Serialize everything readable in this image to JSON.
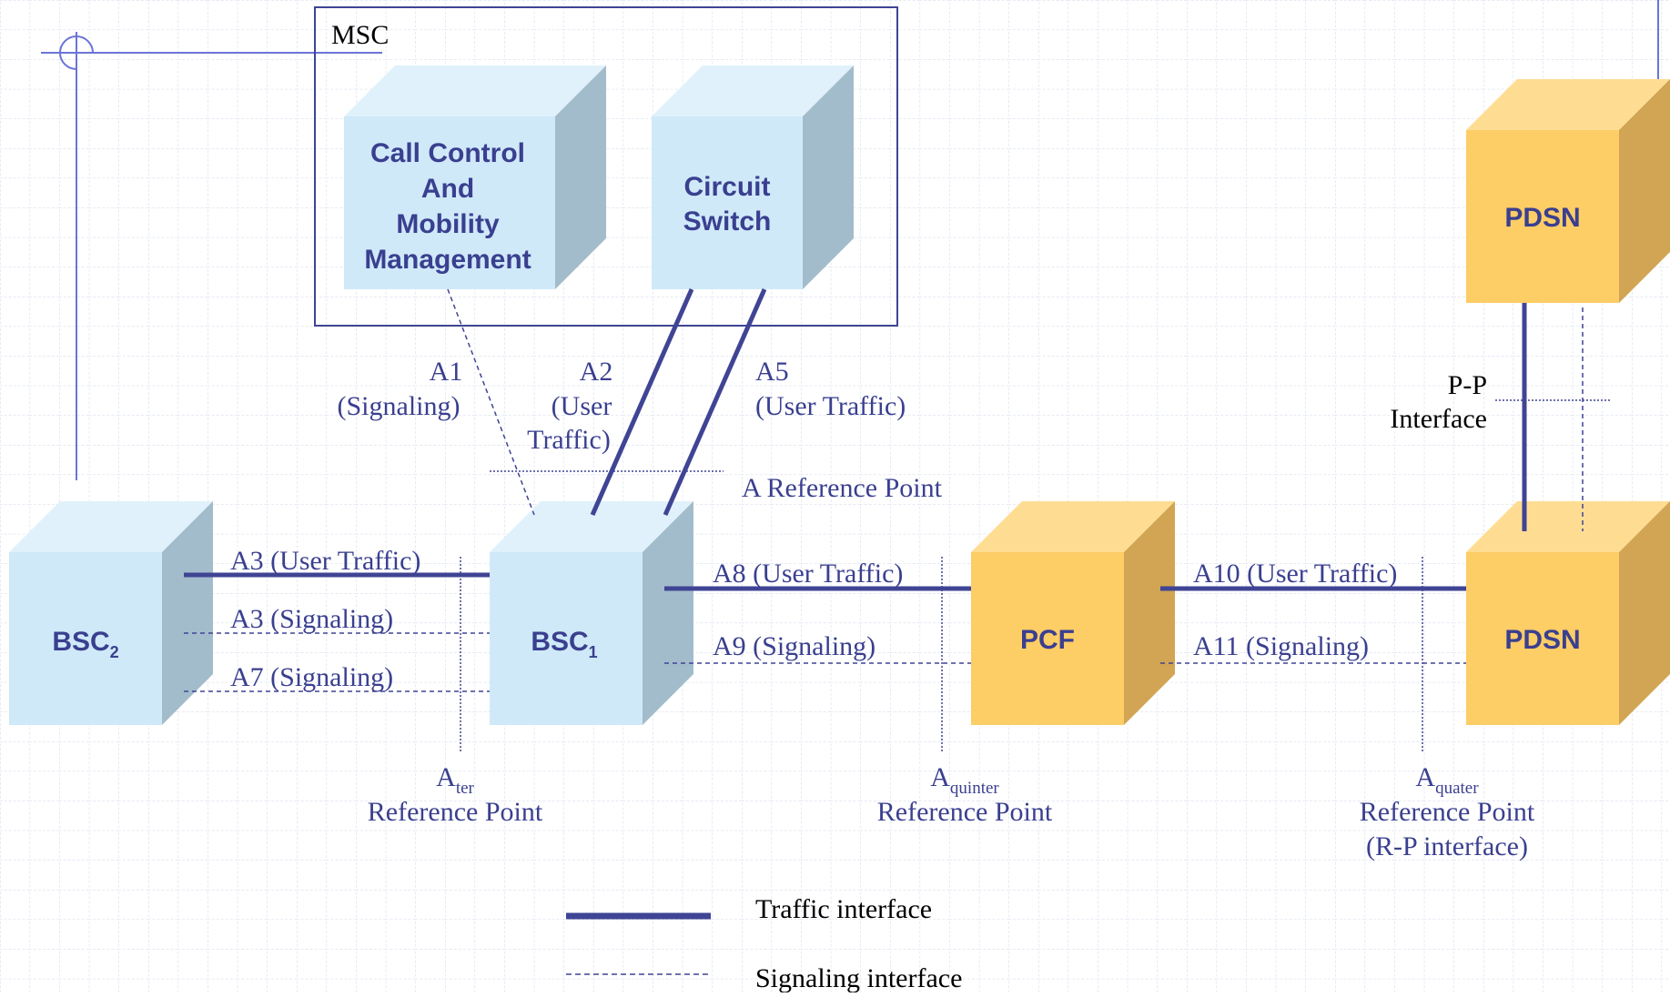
{
  "colors": {
    "accent": "#3f4494",
    "blue_front": "#cfe9f9",
    "blue_top": "#e0f1fb",
    "blue_side": "#a3bccb",
    "orange_front": "#fdcd66",
    "orange_top": "#fedd93",
    "orange_side": "#d1a553",
    "grid": "#cdd6e9"
  },
  "msc": {
    "title": "MSC"
  },
  "nodes": {
    "call_control": {
      "lines": [
        "Call Control",
        "And",
        "Mobility",
        "Management"
      ]
    },
    "circuit_switch": {
      "lines": [
        "Circuit",
        "Switch"
      ]
    },
    "bsc2": {
      "name": "BSC",
      "sub": "2"
    },
    "bsc1": {
      "name": "BSC",
      "sub": "1"
    },
    "pcf": {
      "name": "PCF"
    },
    "pdsn_top": {
      "name": "PDSN"
    },
    "pdsn_bottom": {
      "name": "PDSN"
    }
  },
  "interfaces": {
    "a1": {
      "name": "A1",
      "type": "(Signaling)"
    },
    "a2": {
      "name": "A2",
      "type_1": "(User",
      "type_2": "Traffic)"
    },
    "a5": {
      "name": "A5",
      "type": "(User Traffic)"
    },
    "a3_traffic": "A3 (User Traffic)",
    "a3_signaling": "A3 (Signaling)",
    "a7_signaling": "A7 (Signaling)",
    "a8_traffic": "A8 (User Traffic)",
    "a9_signaling": "A9 (Signaling)",
    "a10_traffic": "A10 (User Traffic)",
    "a11_signaling": "A11 (Signaling)",
    "pp_1": "P-P",
    "pp_2": "Interface"
  },
  "reference_points": {
    "a_ref": "A Reference Point",
    "ater": {
      "a": "A",
      "sub": "ter",
      "line": "Reference Point"
    },
    "aquinter": {
      "a": "A",
      "sub": "quinter",
      "line": "Reference Point"
    },
    "aquater": {
      "a": "A",
      "sub": "quater",
      "line": "Reference Point",
      "line2": "(R-P interface)"
    }
  },
  "legend": {
    "traffic": "Traffic interface",
    "signaling": "Signaling interface"
  }
}
